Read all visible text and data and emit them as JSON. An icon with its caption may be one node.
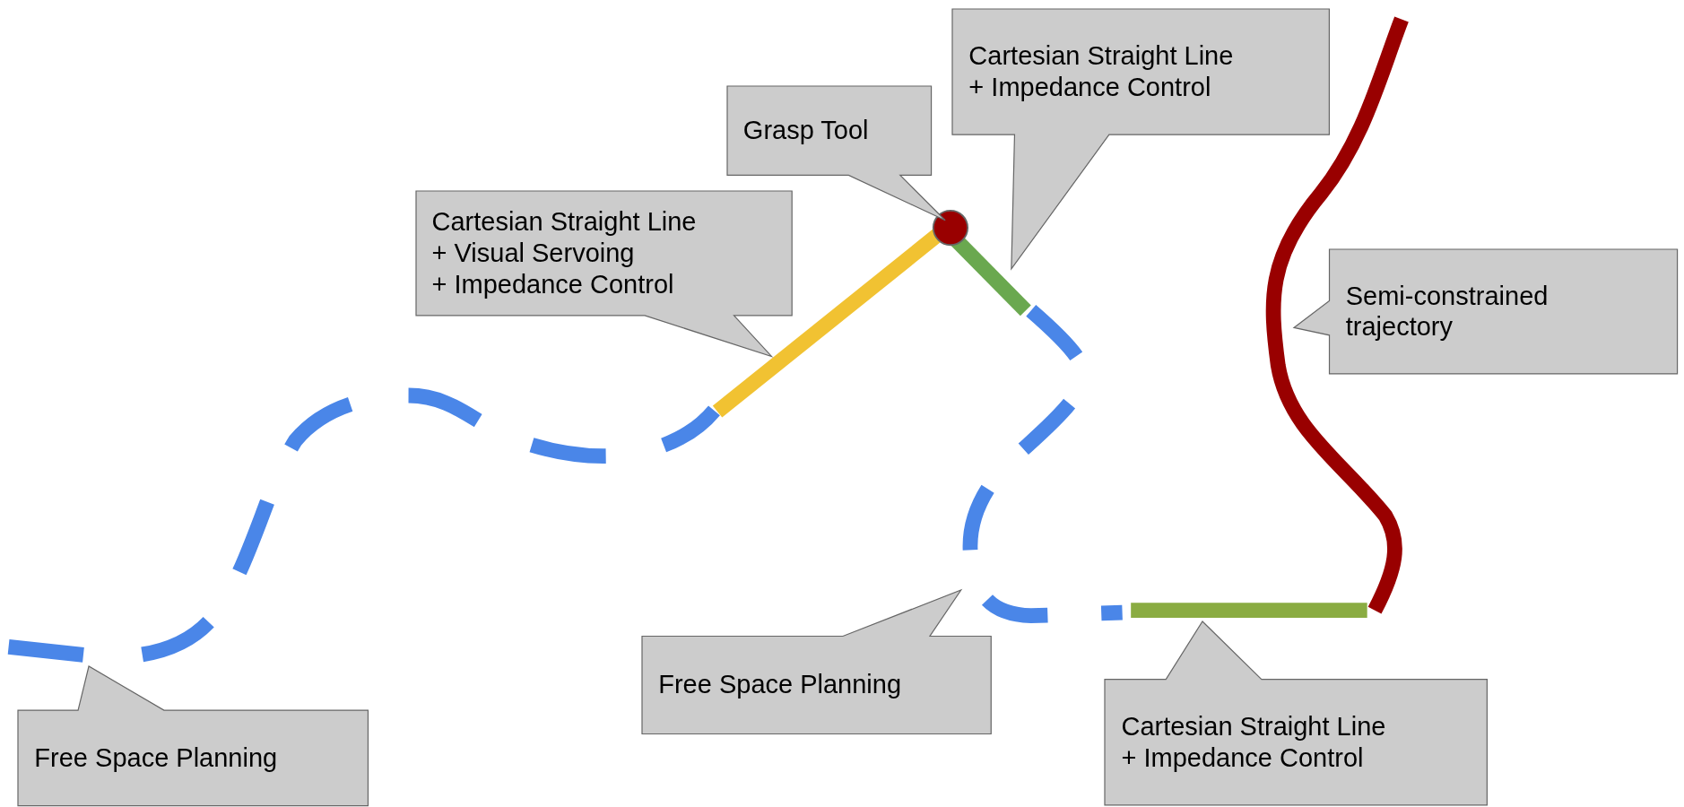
{
  "diagram": {
    "nodes": [
      {
        "text": [
          "Cartesian Straight Line",
          "+ Impedance Control"
        ]
      },
      {
        "text": [
          "Grasp Tool"
        ]
      },
      {
        "text": [
          "Cartesian Straight Line",
          "+ Visual Servoing",
          "+ Impedance Control"
        ]
      },
      {
        "text": [
          "Semi-constrained trajectory"
        ]
      },
      {
        "text": [
          "Free Space Planning"
        ]
      },
      {
        "text": [
          "Cartesian Straight Line",
          "+ Impedance Control"
        ]
      },
      {
        "text": [
          "Free Space Planning"
        ]
      }
    ]
  }
}
